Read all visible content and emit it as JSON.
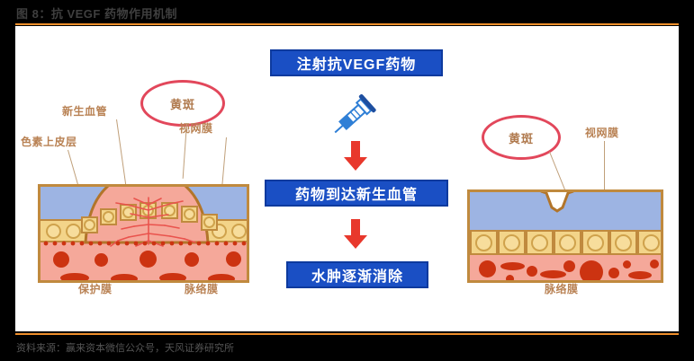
{
  "figure": {
    "title": "图 8：抗 VEGF 药物作用机制",
    "source": "资料来源：赢来资本微信公众号，天风证券研究所",
    "accent_color": "#ef8f2b",
    "card_background": "#ffffff",
    "page_background": "#000000"
  },
  "flow": {
    "step1": "注射抗VEGF药物",
    "step2": "药物到达新生血管",
    "step3": "水肿逐渐消除",
    "box_fill": "#1a4fc4",
    "box_text_color": "#ffffff",
    "arrow_color": "#e8382c",
    "syringe_color": "#2f7fd6"
  },
  "left_diagram": {
    "caption_labels": {
      "macula": "黄斑",
      "neovessel": "新生血管",
      "pigment_epithelium": "色素上皮层",
      "retina": "视网膜",
      "bruchs_membrane": "保护膜",
      "choroid": "脉络膜"
    }
  },
  "right_diagram": {
    "caption_labels": {
      "macula": "黄斑",
      "retina": "视网膜",
      "choroid": "脉络膜"
    }
  },
  "palette": {
    "retina_blue": "#9db4e3",
    "epithelium_yellow": "#f3d489",
    "choroid_pink": "#f5a89a",
    "vessel_red": "#cc3311",
    "outline_brown": "#c08a3e",
    "label_brown": "#b98254",
    "ellipse_red": "#e2475b"
  }
}
